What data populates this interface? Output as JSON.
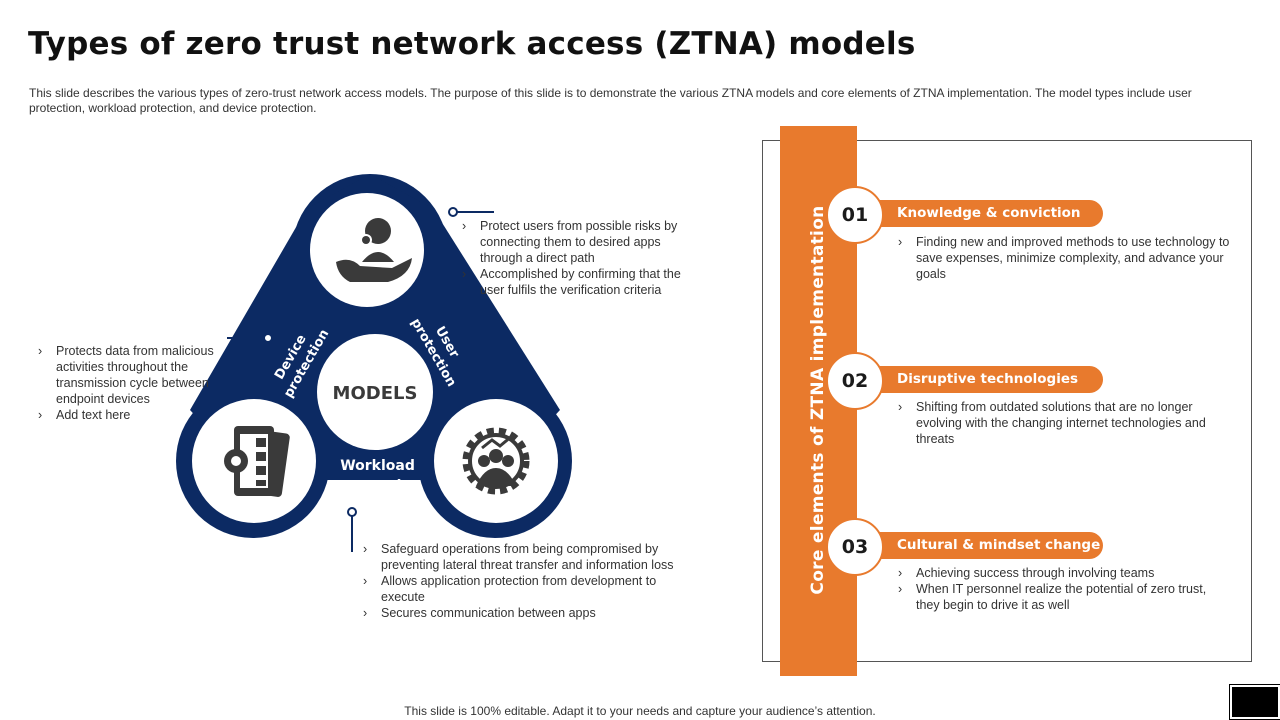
{
  "header": {
    "title": "Types of zero trust network access (ZTNA) models",
    "subtitle": "This slide describes the various types of zero-trust network access models. The purpose of this slide is to demonstrate the various ZTNA models and core elements of ZTNA implementation. The model types include user protection, workload protection, and device protection."
  },
  "diagram": {
    "center_label": "MODELS",
    "user_label": [
      "User",
      "protection"
    ],
    "device_label": [
      "Device",
      "protection"
    ],
    "workload_label": [
      "Workload",
      "protection"
    ],
    "colors": {
      "navy": "#0c2a63",
      "orange": "#e87a2d",
      "icon": "#3a3a3a"
    },
    "icons": {
      "user": "user-hand-icon",
      "device": "mobile-settings-icon",
      "workload": "team-gear-icon"
    }
  },
  "user_bullets": [
    "Protect users from possible risks by connecting them to desired apps through a direct path",
    "Accomplished by confirming that the user fulfils the verification  criteria"
  ],
  "device_bullets": [
    "Protects data from malicious activities throughout the transmission cycle between endpoint devices",
    "Add text here"
  ],
  "workload_bullets": [
    "Safeguard operations from being compromised by preventing lateral threat transfer and information loss",
    "Allows application protection from development to execute",
    "Secures communication between apps"
  ],
  "core": {
    "vertical_title": "Core elements of ZTNA implementation",
    "items": [
      {
        "num": "01",
        "title": "Knowledge & conviction",
        "bullets": [
          "Finding new and improved  methods to use technology to save expenses, minimize complexity, and advance your goals"
        ]
      },
      {
        "num": "02",
        "title": "Disruptive technologies",
        "bullets": [
          "Shifting from outdated solutions that are no longer evolving  with the changing internet technologies and threats"
        ]
      },
      {
        "num": "03",
        "title": "Cultural & mindset change",
        "bullets": [
          "Achieving success through involving  teams",
          "When IT personnel realize the potential of zero trust, they begin to drive  it as well"
        ]
      }
    ]
  },
  "footer": "This slide is 100% editable. Adapt it to your needs and capture your audience’s attention."
}
